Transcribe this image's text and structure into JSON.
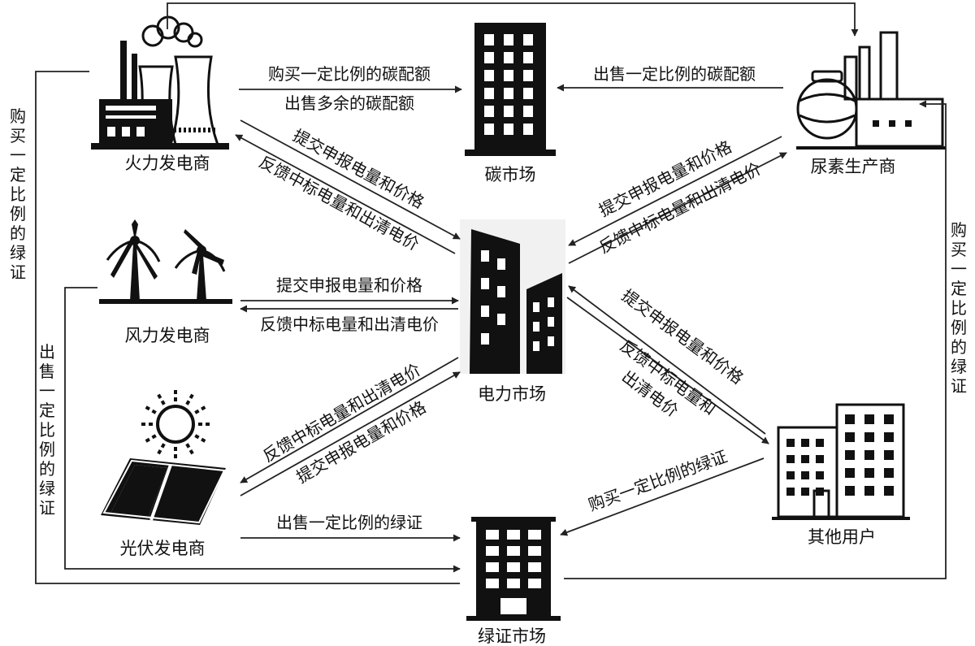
{
  "nodes": {
    "thermal": "火力发电商",
    "carbon_market": "碳市场",
    "urea": "尿素生产商",
    "wind": "风力发电商",
    "power_market": "电力市场",
    "pv": "光伏发电商",
    "other_users": "其他用户",
    "green_cert_market": "绿证市场"
  },
  "edges": {
    "buy_carbon_quota": "购买一定比例的碳配额",
    "sell_surplus_carbon": "出售多余的碳配额",
    "sell_carbon_quota": "出售一定比例的碳配额",
    "submit_bid": "提交申报电量和价格",
    "feedback_result": "反馈中标电量和出清电价",
    "feedback_result_line1": "反馈中标电量和",
    "feedback_result_line2": "出清电价",
    "buy_green_cert": "购买一定比例的绿证",
    "sell_green_cert": "出售一定比例的绿证",
    "left_buy_green_cert": "购买一定比例的绿证",
    "left_sell_green_cert": "出售一定比例的绿证",
    "right_buy_green_cert": "购买一定比例的绿证"
  }
}
